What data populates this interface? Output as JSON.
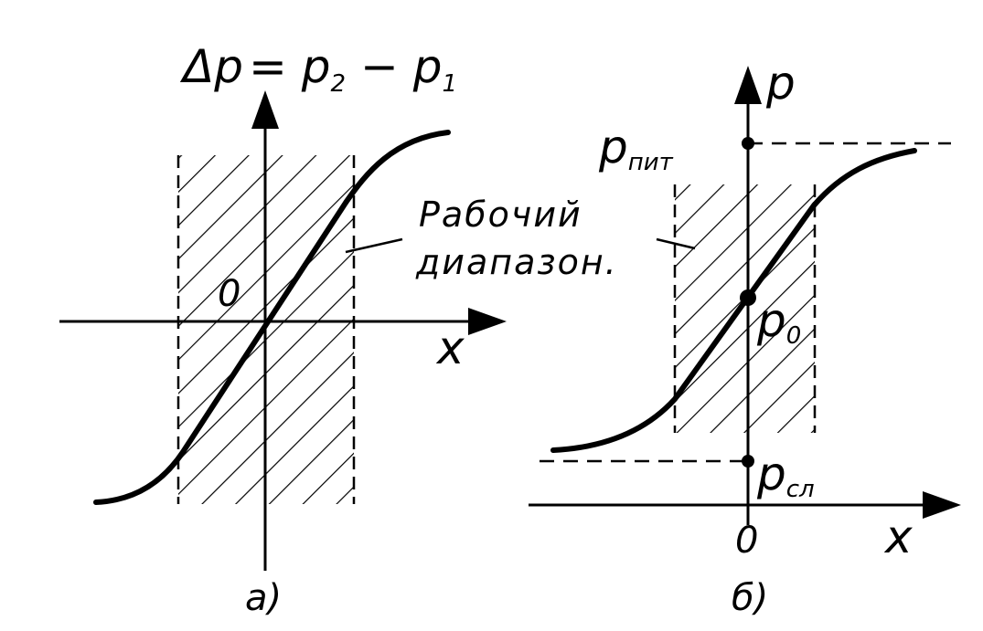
{
  "panel_a": {
    "title_delta": "Δ",
    "title_p": "p",
    "title_eq": "= ",
    "title_p2": "p",
    "title_sub2": "2",
    "title_minus": " − ",
    "title_p1": "p",
    "title_sub1": "1",
    "origin_label": "0",
    "x_axis_label": "x",
    "caption": "а)"
  },
  "annotation": {
    "line1": "Рабочий",
    "line2": "диапазон."
  },
  "panel_b": {
    "y_axis_label": "p",
    "p_pit_main": "p",
    "p_pit_sub": "пит",
    "p0_main": "p",
    "p0_sub": "0",
    "p_sl_main": "p",
    "p_sl_sub": "сл",
    "origin_label": "0",
    "x_axis_label": "x",
    "caption": "б)"
  }
}
